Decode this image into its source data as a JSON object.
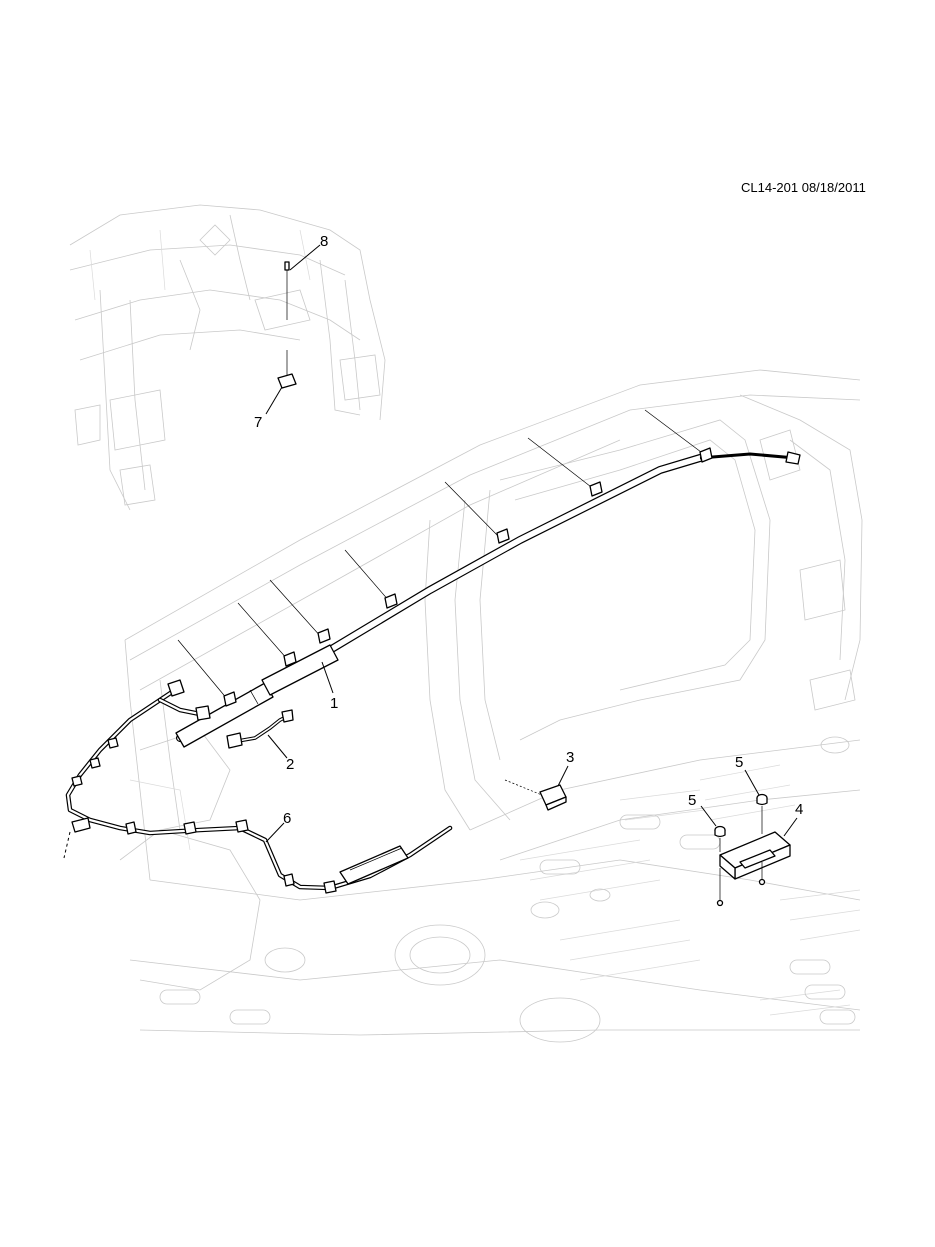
{
  "drawing": {
    "code": "CL14-201 08/18/2011"
  },
  "callouts": [
    {
      "id": "1",
      "label": "1"
    },
    {
      "id": "2",
      "label": "2"
    },
    {
      "id": "3",
      "label": "3"
    },
    {
      "id": "4",
      "label": "4"
    },
    {
      "id": "5a",
      "label": "5"
    },
    {
      "id": "5b",
      "label": "5"
    },
    {
      "id": "6",
      "label": "6"
    },
    {
      "id": "7",
      "label": "7"
    },
    {
      "id": "8",
      "label": "8"
    }
  ]
}
